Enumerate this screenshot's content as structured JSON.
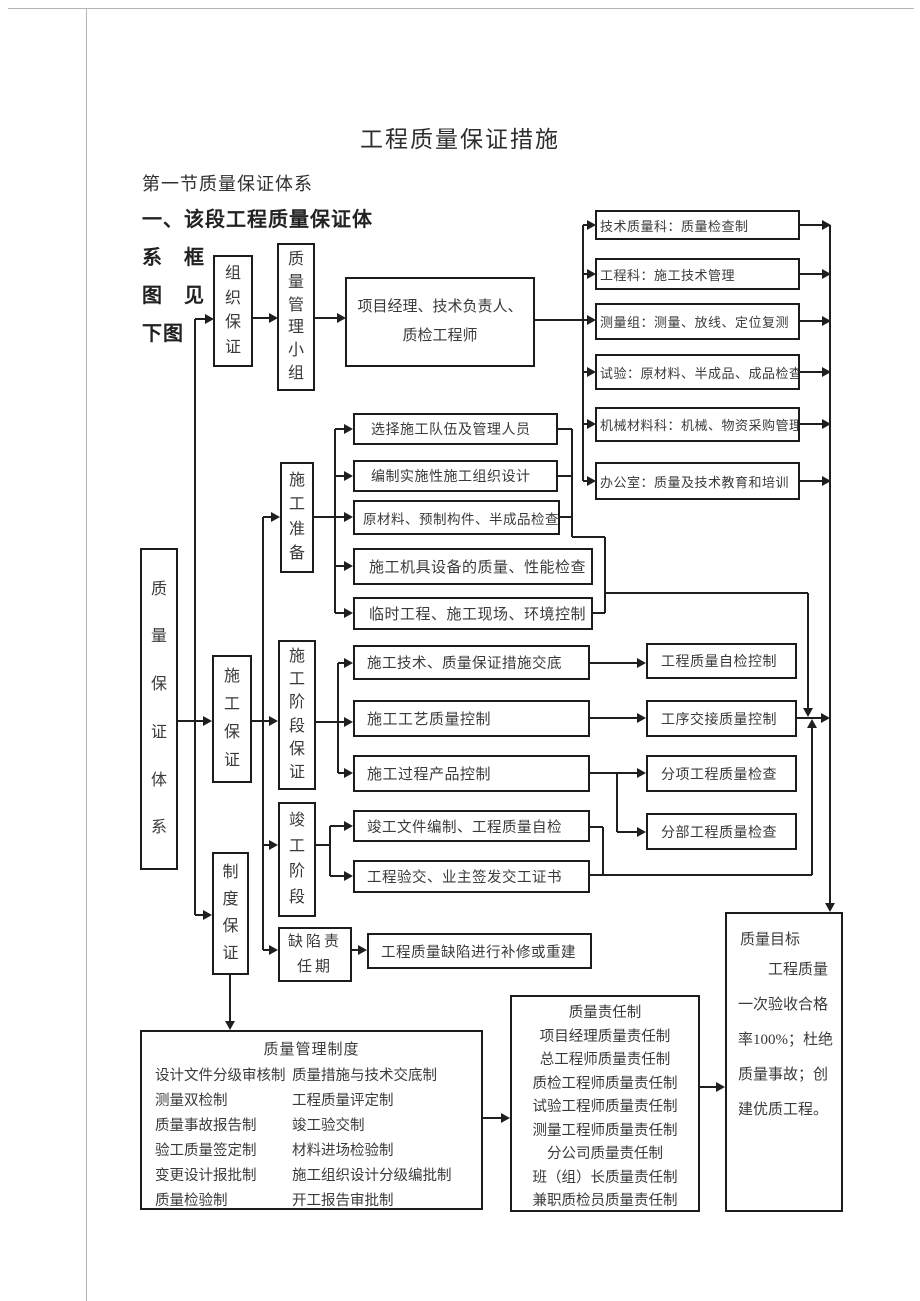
{
  "page": {
    "title": "工程质量保证措施",
    "section_heading": "第一节质量保证体系",
    "intro_lines": [
      "一、该段工程质量保证体",
      "系　框",
      "图　见",
      "下图"
    ]
  },
  "flowchart": {
    "root": "质量保证体系",
    "organization": {
      "guarantee": "组织保证",
      "group": "质量管理小组",
      "leaders": "项目经理、技术负责人、质检工程师",
      "departments": [
        "技术质量科：质量检查制",
        "工程科：施工技术管理",
        "测量组：测量、放线、定位复测",
        "试验：原材料、半成品、成品检查",
        "机械材料科：机械、物资采购管理",
        "办公室：质量及技术教育和培训"
      ]
    },
    "construction": {
      "guarantee": "施工保证",
      "preparation": {
        "label": "施工准备",
        "items": [
          "选择施工队伍及管理人员",
          "编制实施性施工组织设计",
          "原材料、预制构件、半成品检查",
          "施工机具设备的质量、性能检查",
          "临时工程、施工现场、环境控制"
        ]
      },
      "stage": {
        "label": "施工阶段保证",
        "items": [
          "施工技术、质量保证措施交底",
          "施工工艺质量控制",
          "施工过程产品控制"
        ],
        "controls": [
          "工程质量自检控制",
          "工序交接质量控制",
          "分项工程质量检查",
          "分部工程质量检查"
        ]
      },
      "completion": {
        "label": "竣工阶段",
        "items": [
          "竣工文件编制、工程质量自检",
          "工程验交、业主签发交工证书"
        ]
      }
    },
    "institution": {
      "guarantee": "制度保证",
      "defect_period": "缺陷责任期",
      "defect_action": "工程质量缺陷进行补修或重建",
      "management_system": {
        "title": "质量管理制度",
        "left": [
          "设计文件分级审核制",
          "测量双检制",
          "质量事故报告制",
          "验工质量签定制",
          "变更设计报批制",
          "质量检验制"
        ],
        "right": [
          "质量措施与技术交底制",
          "工程质量评定制",
          "竣工验交制",
          "材料进场检验制",
          "施工组织设计分级编批制",
          "开工报告审批制"
        ]
      },
      "responsibility": {
        "title": "质量责任制",
        "items": [
          "项目经理质量责任制",
          "总工程师质量责任制",
          "质检工程师质量责任制",
          "试验工程师质量责任制",
          "测量工程师质量责任制",
          "分公司质量责任制",
          "班（组）长质量责任制",
          "兼职质检员质量责任制"
        ]
      },
      "goal": {
        "title": "质量目标",
        "body": "工程质量一次验收合格率100%；杜绝质量事故；创建优质工程。"
      }
    }
  }
}
